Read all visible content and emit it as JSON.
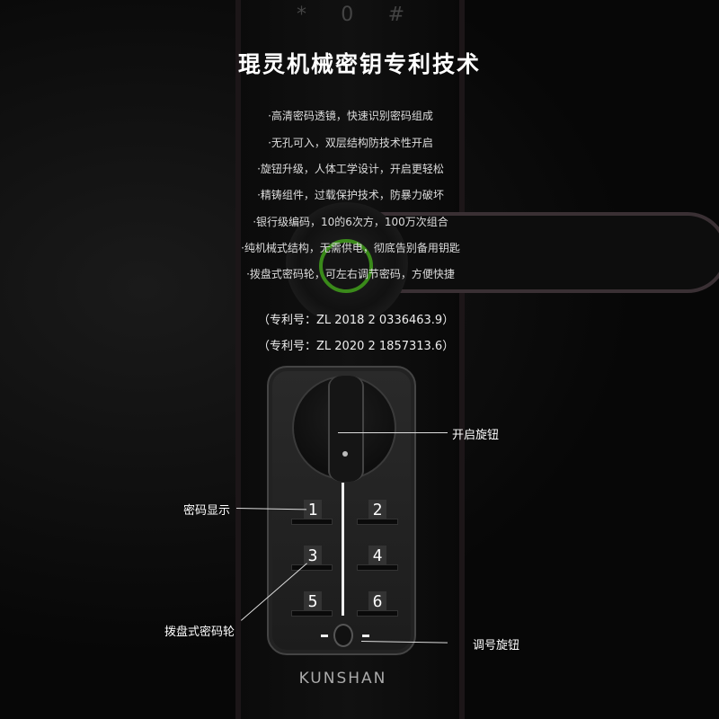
{
  "title": "琨灵机械密钥专利技术",
  "top_keys": [
    "*",
    "0",
    "#"
  ],
  "features": [
    "·高清密码透镜，快速识别密码组成",
    "·无孔可入，双层结构防技术性开启",
    "·旋钮升级，人体工学设计，开启更轻松",
    "·精铸组件，过载保护技术，防暴力破坏",
    "·银行级编码，10的6次方，100万次组合",
    "·纯机械式结构，无需供电，彻底告别备用钥匙",
    "·拨盘式密码轮，可左右调节密码，方便快捷"
  ],
  "patents": [
    "（专利号：ZL 2018 2 0336463.9）",
    "（专利号：ZL 2020 2 1857313.6）"
  ],
  "digits": [
    "1",
    "2",
    "3",
    "4",
    "5",
    "6"
  ],
  "callouts": {
    "knob": "开启旋钮",
    "display": "密码显示",
    "wheel": "拨盘式密码轮",
    "adjust": "调号旋钮"
  },
  "brand": "KUNSHAN",
  "colors": {
    "ring": "#3a8a1a"
  }
}
